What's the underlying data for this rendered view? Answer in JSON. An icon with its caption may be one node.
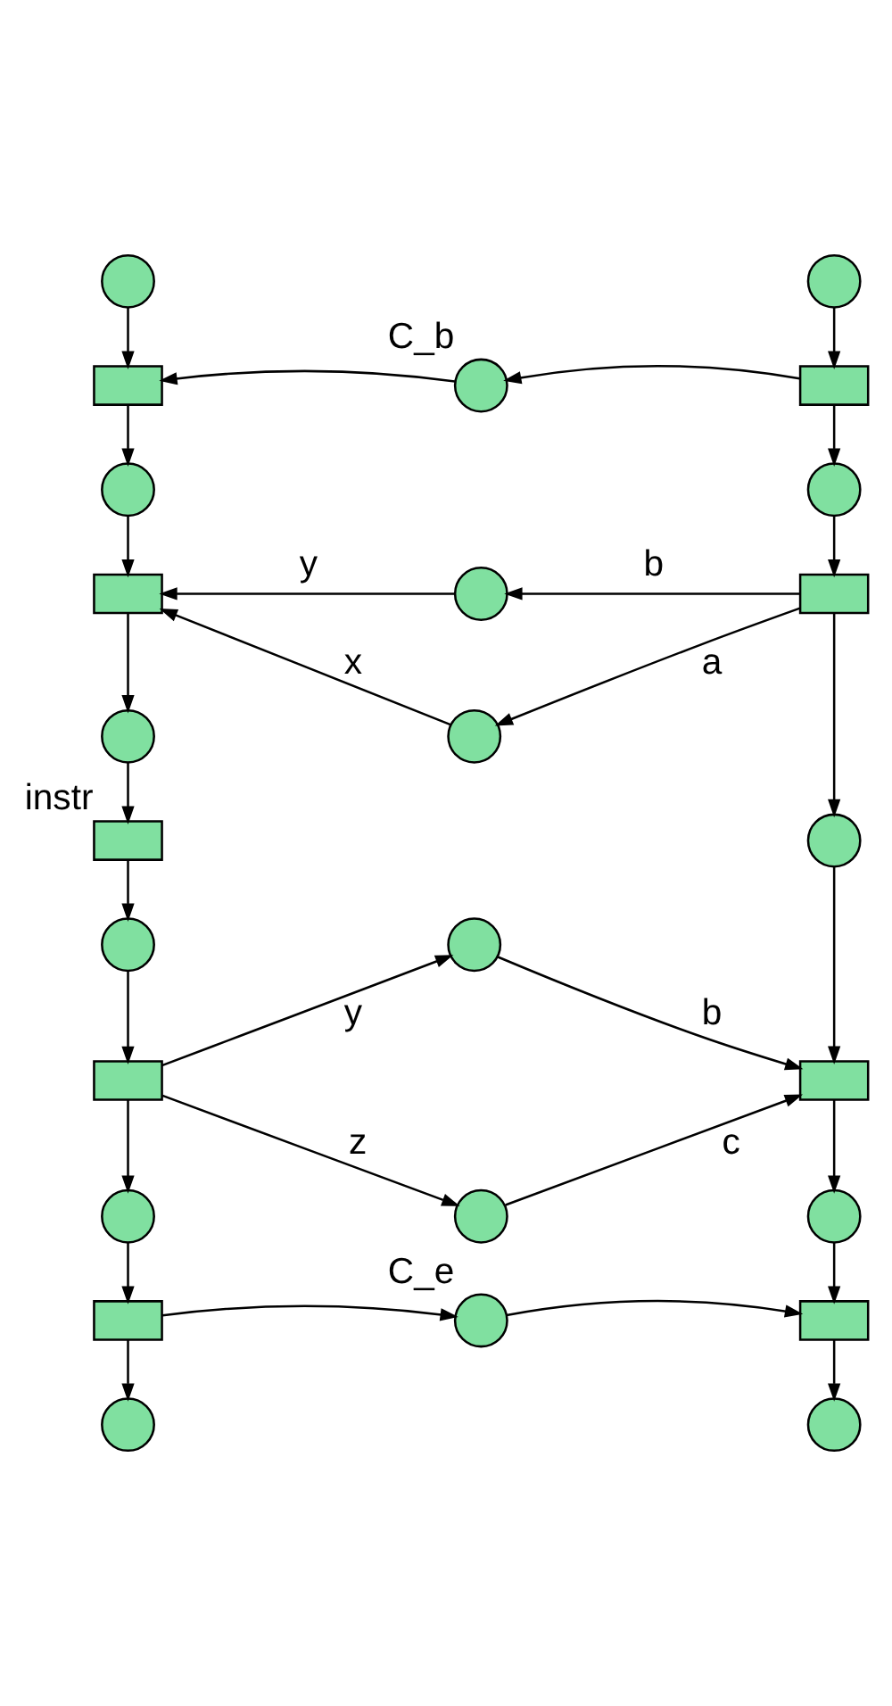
{
  "diagram": {
    "nodes": [
      {
        "text": [],
        "shape": "circle"
      },
      {
        "text": [],
        "shape": "box"
      },
      {
        "text": [],
        "shape": "circle"
      },
      {
        "text": [],
        "shape": "box"
      },
      {
        "text": [],
        "shape": "circle"
      },
      {
        "text": [],
        "shape": "box",
        "beside": [
          "instr"
        ]
      },
      {
        "text": [],
        "shape": "circle"
      },
      {
        "text": [],
        "shape": "box"
      },
      {
        "text": [],
        "shape": "circle"
      },
      {
        "text": [],
        "shape": "box"
      },
      {
        "text": [],
        "shape": "circle"
      },
      {
        "text": [],
        "shape": "circle"
      },
      {
        "text": [],
        "shape": "box"
      },
      {
        "text": [],
        "shape": "circle"
      },
      {
        "text": [],
        "shape": "box"
      },
      {
        "text": [],
        "shape": "circle"
      },
      {
        "text": [],
        "shape": "box"
      },
      {
        "text": [],
        "shape": "circle"
      },
      {
        "text": [],
        "shape": "box"
      },
      {
        "text": [],
        "shape": "circle"
      },
      {
        "text": [],
        "shape": "circle",
        "beside": [
          "C_b"
        ]
      },
      {
        "text": [],
        "shape": "circle"
      },
      {
        "text": [],
        "shape": "circle"
      },
      {
        "text": [],
        "shape": "circle"
      },
      {
        "text": [],
        "shape": "circle"
      },
      {
        "text": [],
        "shape": "circle",
        "beside": [
          "C_e"
        ]
      }
    ],
    "edges": [
      {
        "from": 0,
        "to": 1,
        "arrow": "to"
      },
      {
        "from": 1,
        "to": 2,
        "arrow": "to"
      },
      {
        "from": 2,
        "to": 3,
        "arrow": "to"
      },
      {
        "from": 3,
        "to": 4,
        "arrow": "to"
      },
      {
        "from": 4,
        "to": 5,
        "arrow": "to"
      },
      {
        "from": 5,
        "to": 6,
        "arrow": "to"
      },
      {
        "from": 6,
        "to": 7,
        "arrow": "to"
      },
      {
        "from": 7,
        "to": 8,
        "arrow": "to"
      },
      {
        "from": 8,
        "to": 9,
        "arrow": "to"
      },
      {
        "from": 9,
        "to": 10,
        "arrow": "to"
      },
      {
        "from": 11,
        "to": 12,
        "arrow": "to"
      },
      {
        "from": 12,
        "to": 13,
        "arrow": "to"
      },
      {
        "from": 13,
        "to": 14,
        "arrow": "to"
      },
      {
        "from": 14,
        "to": 15,
        "arrow": "to"
      },
      {
        "from": 15,
        "to": 16,
        "arrow": "to"
      },
      {
        "from": 16,
        "to": 17,
        "arrow": "to"
      },
      {
        "from": 17,
        "to": 18,
        "arrow": "to"
      },
      {
        "from": 18,
        "to": 19,
        "arrow": "to"
      },
      {
        "from": 12,
        "to": 20,
        "arrow": "to"
      },
      {
        "from": 20,
        "to": 1,
        "arrow": "to"
      },
      {
        "from": 14,
        "to": 21,
        "arrow": "to",
        "label": "b"
      },
      {
        "from": 21,
        "to": 3,
        "arrow": "to",
        "label": "y"
      },
      {
        "from": 14,
        "to": 22,
        "arrow": "to",
        "label": "a"
      },
      {
        "from": 22,
        "to": 3,
        "arrow": "to",
        "label": "x"
      },
      {
        "from": 7,
        "to": 23,
        "arrow": "to",
        "label": "y"
      },
      {
        "from": 23,
        "to": 16,
        "arrow": "to",
        "label": "b"
      },
      {
        "from": 7,
        "to": 24,
        "arrow": "to",
        "label": "z"
      },
      {
        "from": 24,
        "to": 16,
        "arrow": "to",
        "label": "c"
      },
      {
        "from": 9,
        "to": 25,
        "arrow": "to"
      },
      {
        "from": 25,
        "to": 18,
        "arrow": "to"
      }
    ]
  }
}
